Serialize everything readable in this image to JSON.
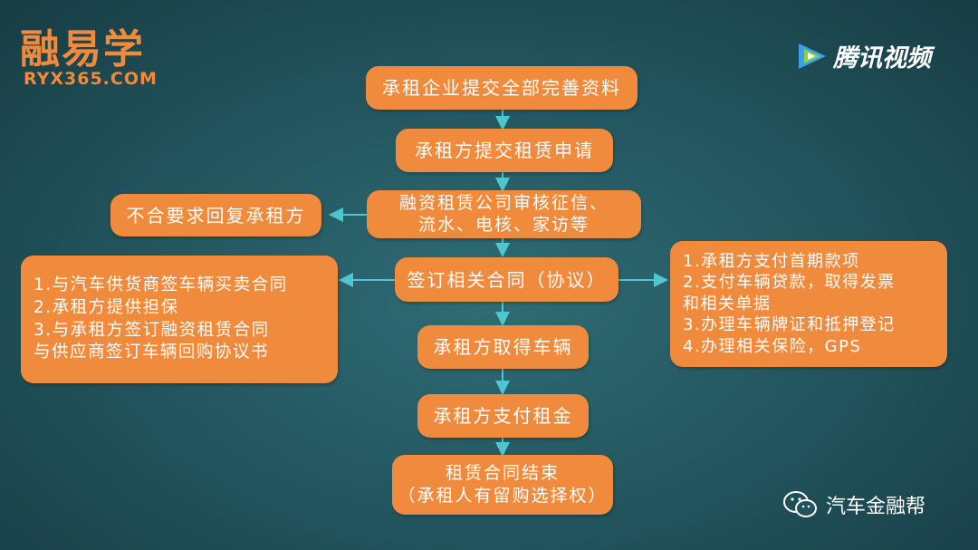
{
  "brand": {
    "logo_cn": "融易学",
    "logo_en": "RYX365.COM",
    "video_platform": "腾讯视频",
    "account": "汽车金融帮"
  },
  "flow": {
    "steps": [
      "承租企业提交全部完善资料",
      "承租方提交租赁申请",
      [
        "融资租赁公司审核征信、",
        "流水、电核、家访等"
      ],
      "签订相关合同（协议）",
      "承租方取得车辆",
      "承租方支付租金",
      [
        "租赁合同结束",
        "（承租人有留购选择权）"
      ]
    ],
    "reject": "不合要求回复承租方",
    "lessor_obligations": [
      "1.与汽车供货商签车辆买卖合同",
      "2.承租方提供担保",
      "3.与承租方签订融资租赁合同",
      "与供应商签订车辆回购协议书"
    ],
    "lessee_obligations": [
      "1.承租方支付首期款项",
      "2.支付车辆贷款，取得发票",
      "和相关单据",
      "3.办理车辆牌证和抵押登记",
      "4.办理相关保险，GPS"
    ]
  },
  "colors": {
    "box": "#f08a3c",
    "arrow": "#4ec6d0",
    "background": "#22535c"
  }
}
